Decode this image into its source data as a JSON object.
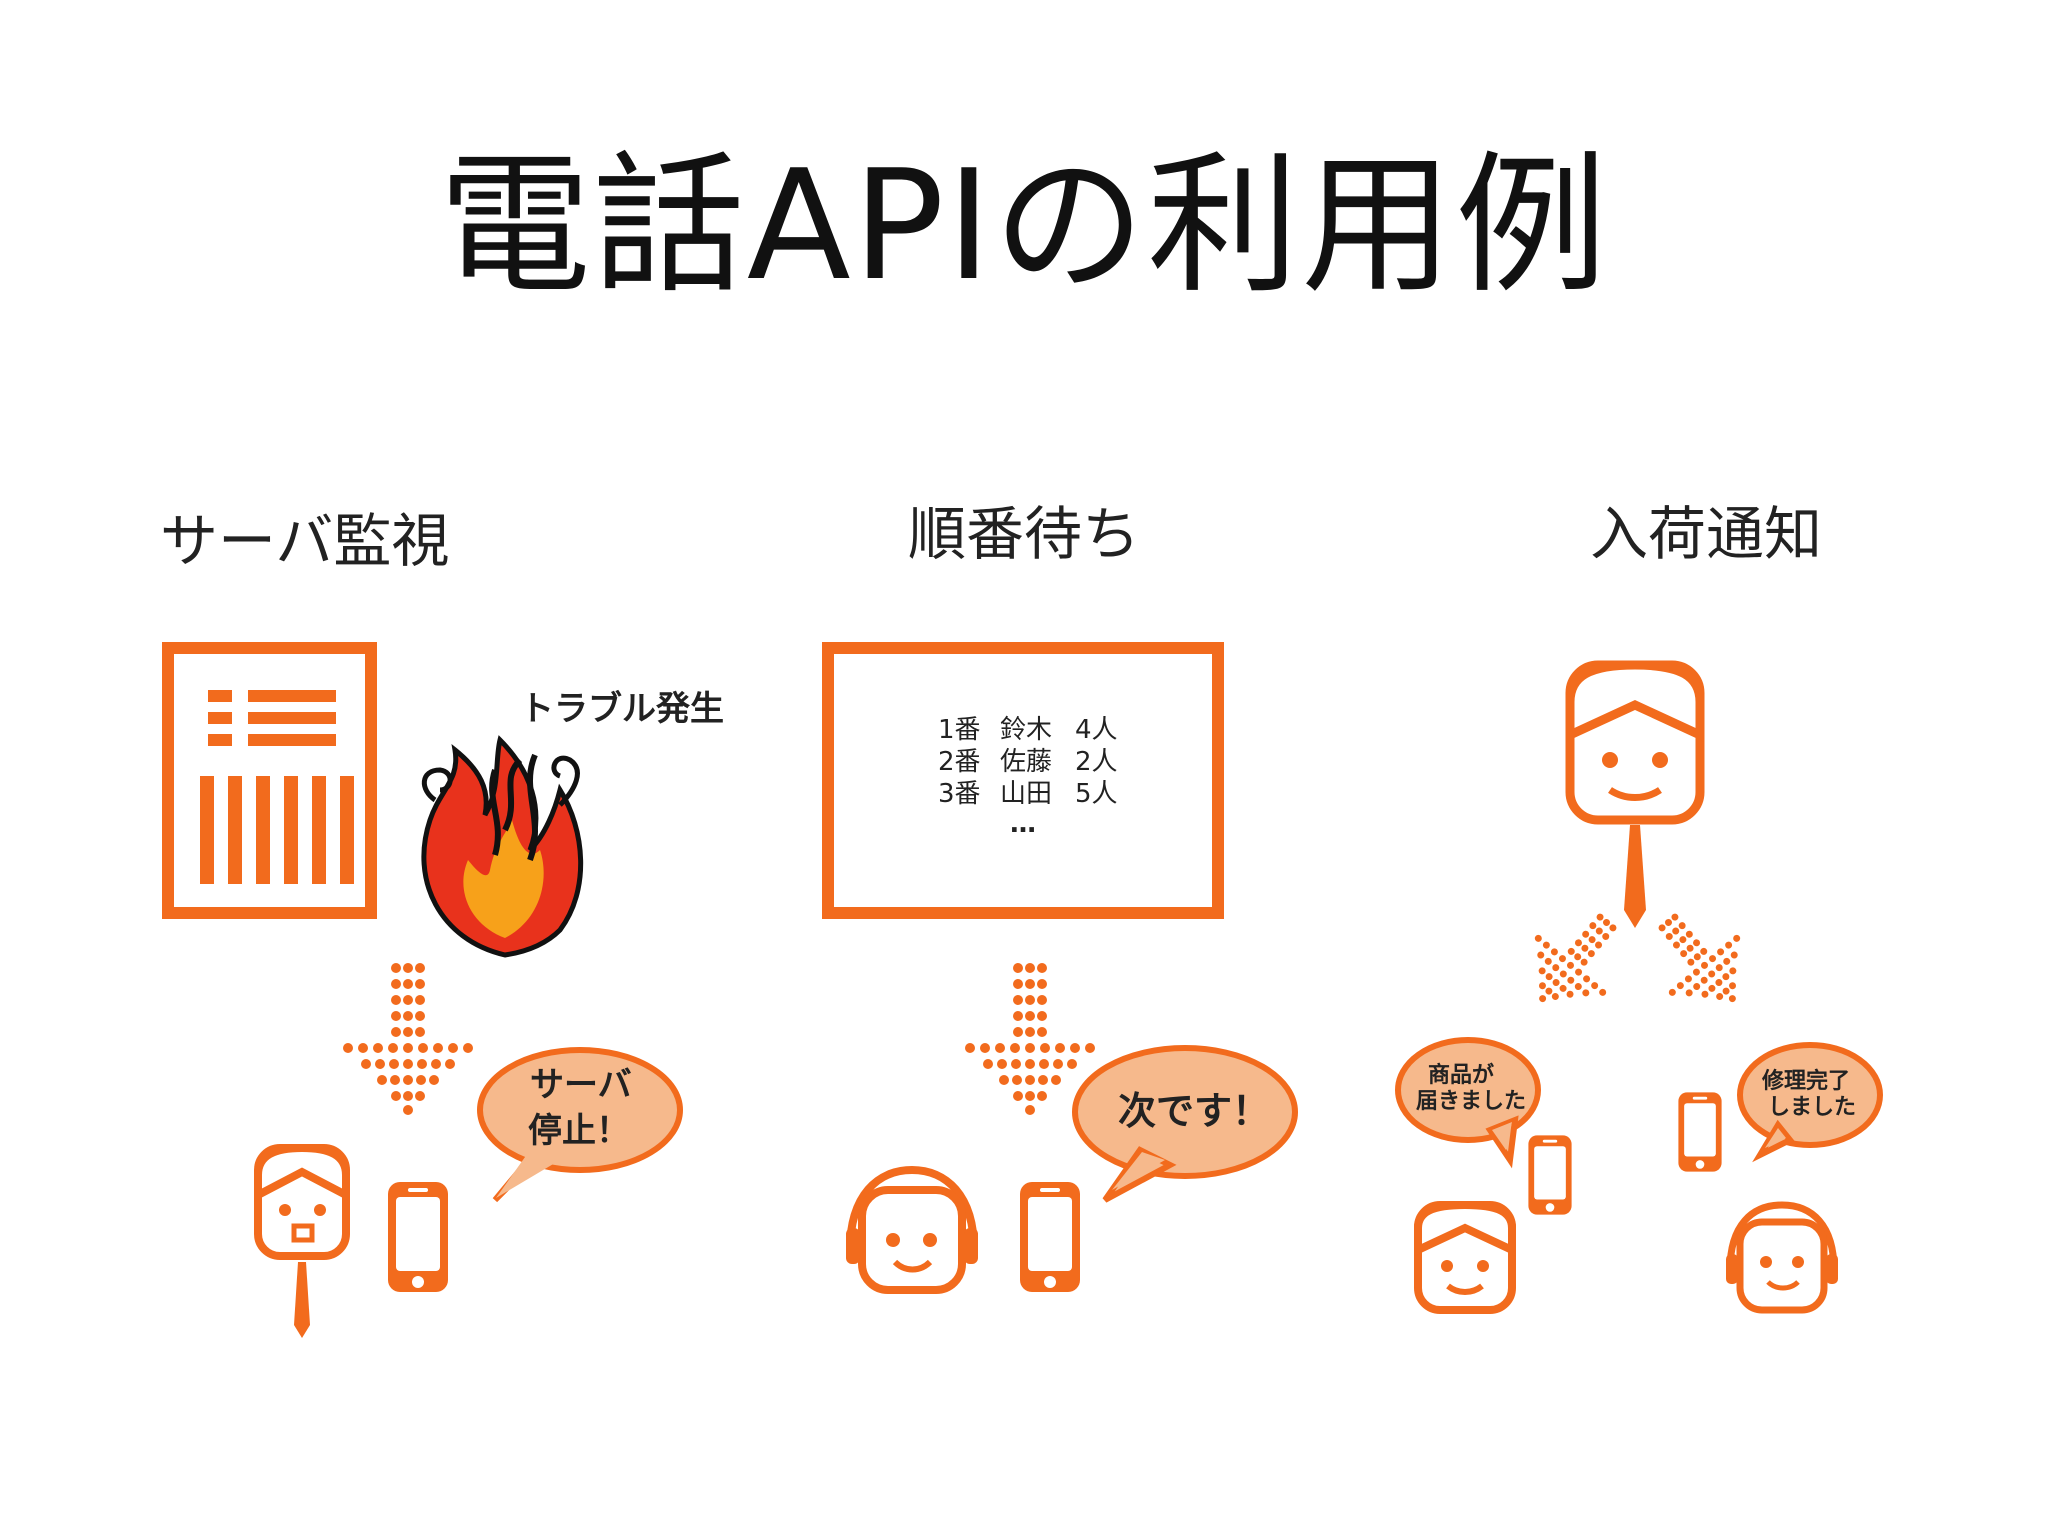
{
  "title": "電話APIの利用例",
  "sections": {
    "server": {
      "label": "サーバ監視",
      "trouble_label": "トラブル発生",
      "bubble_line1": "サーバ",
      "bubble_line2": "停止！"
    },
    "queue": {
      "label": "順番待ち",
      "rows": [
        {
          "no": "1番",
          "name": "鈴木",
          "count": "4人"
        },
        {
          "no": "2番",
          "name": "佐藤",
          "count": "2人"
        },
        {
          "no": "3番",
          "name": "山田",
          "count": "5人"
        }
      ],
      "ellipsis": "…",
      "bubble": "次です！"
    },
    "arrival": {
      "label": "入荷通知",
      "bubble_left_line1": "商品が",
      "bubble_left_line2": "届きました",
      "bubble_right_line1": "修理完了",
      "bubble_right_line2": "しました"
    }
  },
  "colors": {
    "accent": "#f26b1d",
    "bubble_fill": "#f6b98c",
    "fire_red": "#e8321c",
    "fire_orange": "#f7a11a"
  },
  "icons": [
    "server-rack-icon",
    "fire-icon",
    "dotted-down-arrow-icon",
    "person-tie-icon",
    "smartphone-icon",
    "speech-bubble-icon",
    "person-headset-icon",
    "display-board-icon"
  ]
}
